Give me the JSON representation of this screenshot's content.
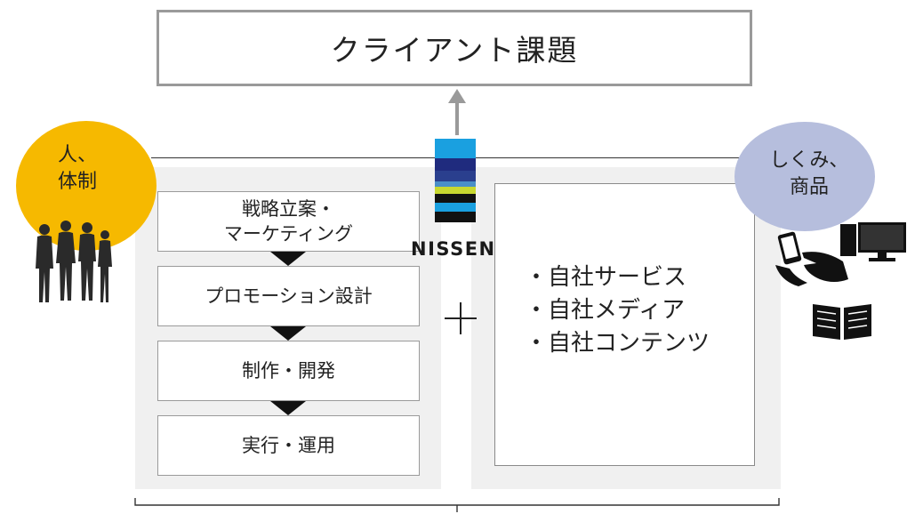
{
  "title": "クライアント課題",
  "left_circle": {
    "lines": [
      "人、",
      "体制"
    ]
  },
  "right_circle": {
    "lines": [
      "しくみ、",
      "商品"
    ]
  },
  "brand": {
    "name": "NISSEN",
    "stripes": [
      "#1aa0e0",
      "#1f2b7e",
      "#2a3f8e",
      "#4a8fc8",
      "#c8d830",
      "#111111",
      "#1aa0e0",
      "#111111"
    ]
  },
  "steps": [
    {
      "lines": [
        "戦略立案・",
        "マーケティング"
      ]
    },
    {
      "lines": [
        "プロモーション設計"
      ]
    },
    {
      "lines": [
        "制作・開発"
      ]
    },
    {
      "lines": [
        "実行・運用"
      ]
    }
  ],
  "features": [
    "・自社サービス",
    "・自社メディア",
    "・自社コンテンツ"
  ],
  "colors": {
    "people_circle": "#f6b900",
    "system_circle": "#b6bedd",
    "panel": "#f0f0f0",
    "arrow": "#9a9a9a"
  },
  "icons": [
    "people-silhouette-icon",
    "smartphone-icon",
    "monitor-icon",
    "book-icon"
  ]
}
